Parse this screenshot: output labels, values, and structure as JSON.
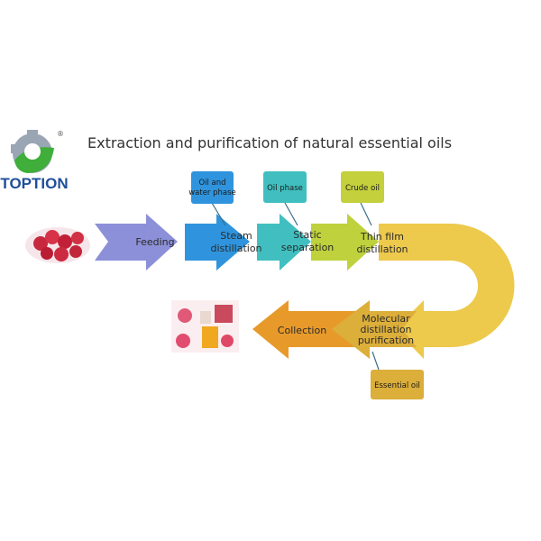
{
  "logo": {
    "brand": "TOPTION",
    "registered": "®"
  },
  "title": "Extraction and purification of natural essential oils",
  "steps": {
    "feeding": [
      "Feeding"
    ],
    "steam": [
      "Steam",
      "distillation"
    ],
    "static": [
      "Static",
      "separation"
    ],
    "thin_film": [
      "Thin film",
      "distillation"
    ],
    "molecular": [
      "Molecular",
      "distillation",
      "purification"
    ],
    "collection": [
      "Collection"
    ]
  },
  "outputs": {
    "steam": [
      "Oil and",
      "water phase"
    ],
    "static": [
      "Oil phase"
    ],
    "thin_film": [
      "Crude oil"
    ],
    "molecular": [
      "Essential oil"
    ]
  },
  "colors": {
    "feeding": "#8c90d8",
    "steam": "#2f94dd",
    "static": "#41bfc0",
    "thin_film": "#bfd13c",
    "uturn": "#edc94c",
    "molecular": "#dcae3a",
    "collection": "#e79a2a"
  }
}
